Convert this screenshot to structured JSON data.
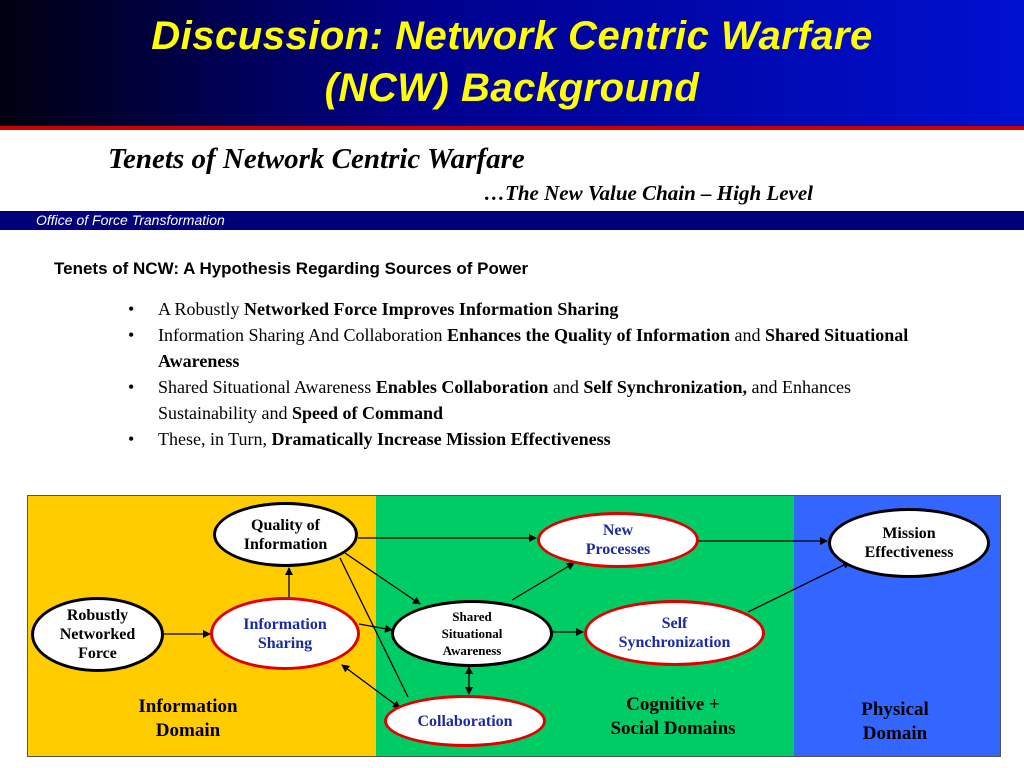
{
  "title": {
    "line1": "Discussion:  Network Centric Warfare",
    "line2": "(NCW)  Background"
  },
  "subtitle": "Tenets of Network Centric Warfare",
  "tagline": "…The New Value Chain – High Level",
  "office_label": "Office of Force Transformation",
  "hypothesis_heading": "Tenets of NCW:  A Hypothesis Regarding Sources of Power",
  "bullets": [
    {
      "plain1": "A Robustly ",
      "bold1": "Networked Force Improves Information Sharing",
      "plain2": "",
      "bold2": "",
      "plain3": "",
      "bold3": ""
    },
    {
      "plain1": "Information Sharing And Collaboration ",
      "bold1": "Enhances the Quality of Information",
      "plain2": " and ",
      "bold2": "Shared Situational Awareness",
      "plain3": "",
      "bold3": ""
    },
    {
      "plain1": "Shared Situational Awareness ",
      "bold1": "Enables Collaboration",
      "plain2": " and ",
      "bold2": "Self Synchronization,",
      "plain3": " and Enhances Sustainability and ",
      "bold3": "Speed of Command"
    },
    {
      "plain1": "These, in Turn, ",
      "bold1": "Dramatically Increase Mission Effectiveness",
      "plain2": "",
      "bold2": "",
      "plain3": "",
      "bold3": ""
    }
  ],
  "diagram": {
    "domains": {
      "information": {
        "line1": "Information",
        "line2": "Domain",
        "color": "#ffcc00"
      },
      "cognitive": {
        "line1": "Cognitive +",
        "line2": "Social  Domains",
        "color": "#00cc66"
      },
      "physical": {
        "line1": "Physical",
        "line2": "Domain",
        "color": "#3366ff"
      }
    },
    "nodes": {
      "robustly_networked_force": {
        "line1": "Robustly",
        "line2": "Networked",
        "line3": "Force"
      },
      "information_sharing": {
        "line1": "Information",
        "line2": "Sharing"
      },
      "quality_of_information": {
        "line1": "Quality of",
        "line2": "Information"
      },
      "shared_situational_awareness": {
        "line1": "Shared",
        "line2": "Situational",
        "line3": "Awareness"
      },
      "collaboration": {
        "line1": "Collaboration"
      },
      "new_processes": {
        "line1": "New",
        "line2": "Processes"
      },
      "self_synchronization": {
        "line1": "Self",
        "line2": "Synchronization"
      },
      "mission_effectiveness": {
        "line1": "Mission",
        "line2": "Effectiveness"
      }
    }
  }
}
